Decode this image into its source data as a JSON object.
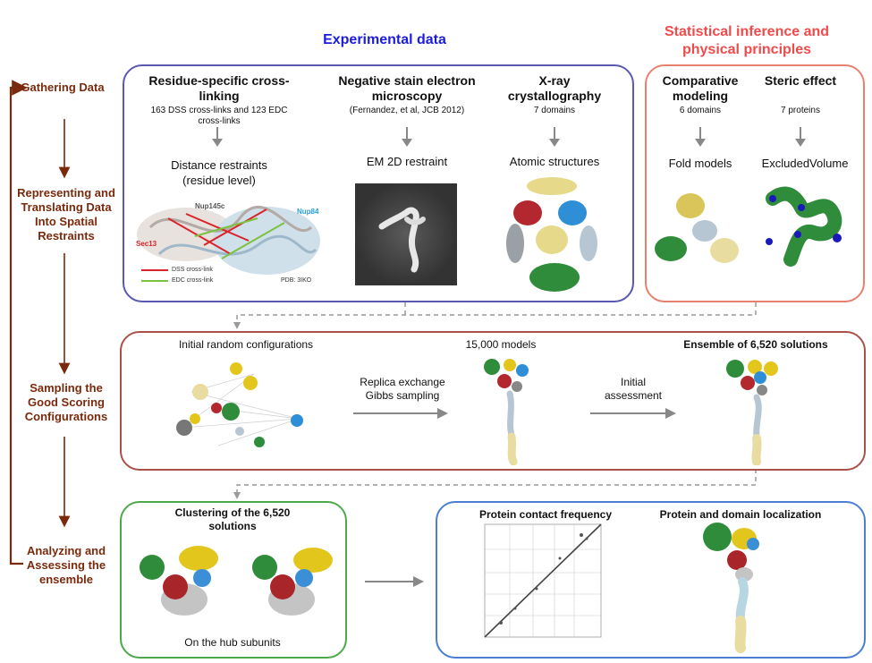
{
  "sections": {
    "experimental_title": "Experimental data",
    "statistical_title": "Statistical inference and physical principles"
  },
  "stages": {
    "gathering": "Gathering Data",
    "representing": "Representing and Translating Data Into Spatial Restraints",
    "sampling": "Sampling the Good Scoring Configurations",
    "analyzing": "Analyzing and Assessing the ensemble"
  },
  "experimental": {
    "crosslink": {
      "title": "Residue-specific cross-linking",
      "subtitle": "163 DSS cross-links and 123 EDC cross-links",
      "result": "Distance restraints (residue level)",
      "img_labels": {
        "nup145c": "Nup145c",
        "nup84": "Nup84",
        "sec13": "Sec13",
        "pdb": "PDB: 3IKO"
      },
      "legend": [
        {
          "label": "DSS cross-link",
          "color": "#d9242b"
        },
        {
          "label": "EDC cross-link",
          "color": "#7cc242"
        }
      ]
    },
    "em": {
      "title": "Negative stain electron microscopy",
      "subtitle": "(Fernandez, et al, JCB 2012)",
      "result": "EM 2D restraint"
    },
    "xray": {
      "title": "X-ray crystallography",
      "subtitle": "7 domains",
      "result": "Atomic structures"
    }
  },
  "statistical": {
    "comparative": {
      "title": "Comparative modeling",
      "subtitle": "6 domains",
      "result": "Fold models"
    },
    "steric": {
      "title": "Steric effect",
      "subtitle": "7 proteins",
      "result": "ExcludedVolume"
    }
  },
  "sampling": {
    "initial": "Initial random configurations",
    "method": "Replica exchange Gibbs sampling",
    "models": "15,000 models",
    "assessment": "Initial assessment",
    "ensemble": "Ensemble of 6,520 solutions"
  },
  "analysis": {
    "clustering": "Clustering of the 6,520 solutions",
    "hub": "On the hub subunits",
    "contact": "Protein contact frequency",
    "localization": "Protein and domain localization"
  },
  "colors": {
    "experimental_border": "#5a58b0",
    "statistical_border": "#e8806e",
    "sampling_border": "#a8524a",
    "clustering_border": "#4da84a",
    "localization_border": "#4a7fd4",
    "stage_text": "#7a2a0c",
    "experimental_title": "#1c1ce0",
    "statistical_title": "#ef4b4b"
  }
}
